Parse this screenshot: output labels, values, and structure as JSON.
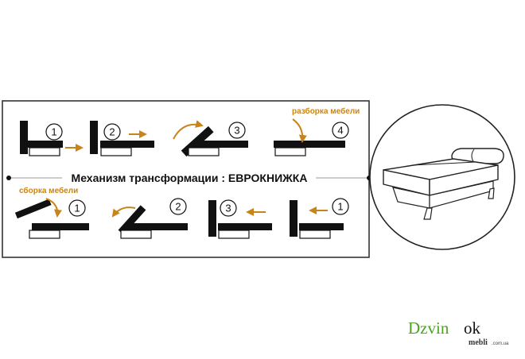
{
  "diagram": {
    "title": "Механизм трансформации : ЕВРОКНИЖКА",
    "disassembly_label": "разборка мебели",
    "assembly_label": "сборка мебели",
    "top_steps": [
      "1",
      "2",
      "3",
      "4"
    ],
    "bottom_steps": [
      "1",
      "2",
      "3",
      "1"
    ],
    "colors": {
      "frame": "#333333",
      "furniture": "#111111",
      "arrow": "#c8841a",
      "divider": "#999999"
    }
  },
  "logo": {
    "brand": "Dzvin",
    "brand_suffix": "ok",
    "domain": "mebli",
    "tld": ".com.ua",
    "brand_color": "#4aa31f"
  }
}
